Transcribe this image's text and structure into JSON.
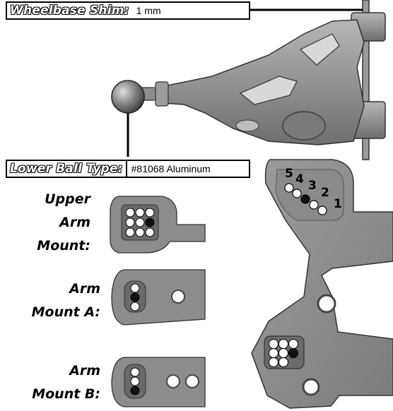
{
  "wheelbase": {
    "label": "Wheelbase Shim:",
    "value": "1 mm"
  },
  "lower_ball": {
    "label": "Lower Ball Type:",
    "value": "#81068 Aluminum"
  },
  "mounts": {
    "upper_line1": "Upper",
    "upper_line2": "Arm",
    "upper_line3": "Mount:",
    "a_line1": "Arm",
    "a_line2": "Mount A:",
    "b_line1": "Arm",
    "b_line2": "Mount B:"
  },
  "tower_positions": [
    "5",
    "4",
    "3",
    "2",
    "1"
  ],
  "colors": {
    "part_fill": "#8f8f8f",
    "part_light": "#a9a9a9",
    "part_dark": "#5e5e5e",
    "outline": "#000000"
  }
}
